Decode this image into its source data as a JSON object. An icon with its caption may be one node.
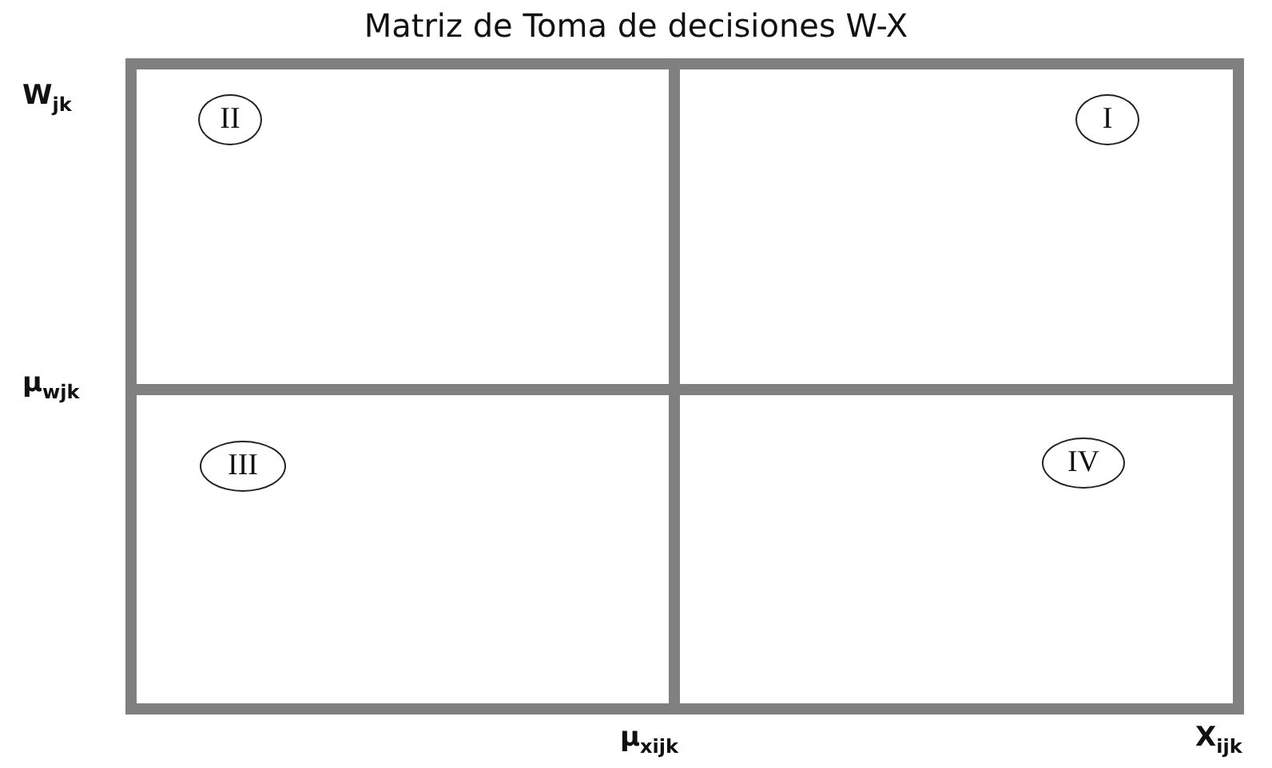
{
  "diagram": {
    "title": "Matriz de Toma de decisiones W-X",
    "nodes": [
      {
        "text": [
          "II"
        ]
      },
      {
        "text": [
          "I"
        ]
      },
      {
        "text": [
          "III"
        ]
      },
      {
        "text": [
          "IV"
        ]
      }
    ],
    "labels": [
      "W$_{jk}$",
      "μ$_{wjk}$",
      "μ$_{xijk}$",
      "X$_{ijk}$"
    ]
  }
}
